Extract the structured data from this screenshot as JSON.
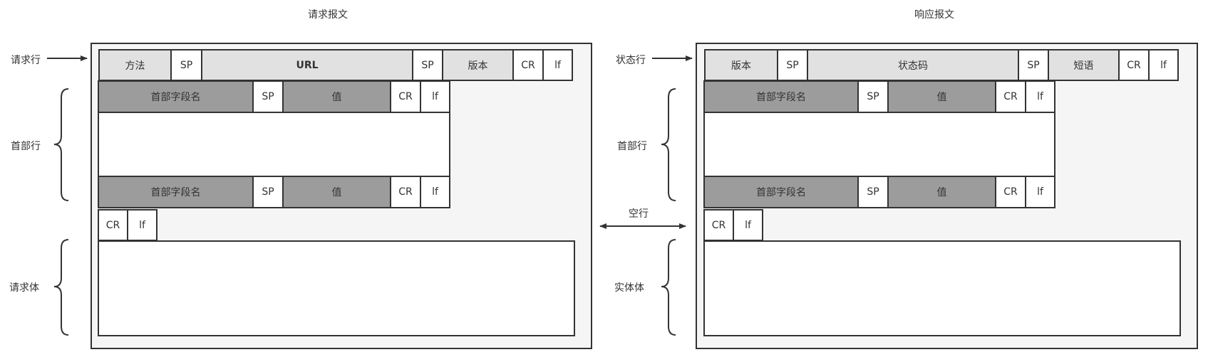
{
  "request": {
    "title": "请求报文",
    "labels": {
      "line": "请求行",
      "headers": "首部行",
      "body": "请求体"
    },
    "start_line": [
      "方法",
      "SP",
      "URL",
      "SP",
      "版本",
      "CR",
      "lf"
    ],
    "header_row": [
      "首部字段名",
      "SP",
      "值",
      "CR",
      "lf"
    ],
    "blank_line": [
      "CR",
      "lf"
    ]
  },
  "response": {
    "title": "响应报文",
    "labels": {
      "line": "状态行",
      "headers": "首部行",
      "body": "实体体"
    },
    "start_line": [
      "版本",
      "SP",
      "状态码",
      "SP",
      "短语",
      "CR",
      "lf"
    ],
    "header_row": [
      "首部字段名",
      "SP",
      "值",
      "CR",
      "lf"
    ],
    "blank_line": [
      "CR",
      "lf"
    ]
  },
  "blank_line_label": "空行"
}
